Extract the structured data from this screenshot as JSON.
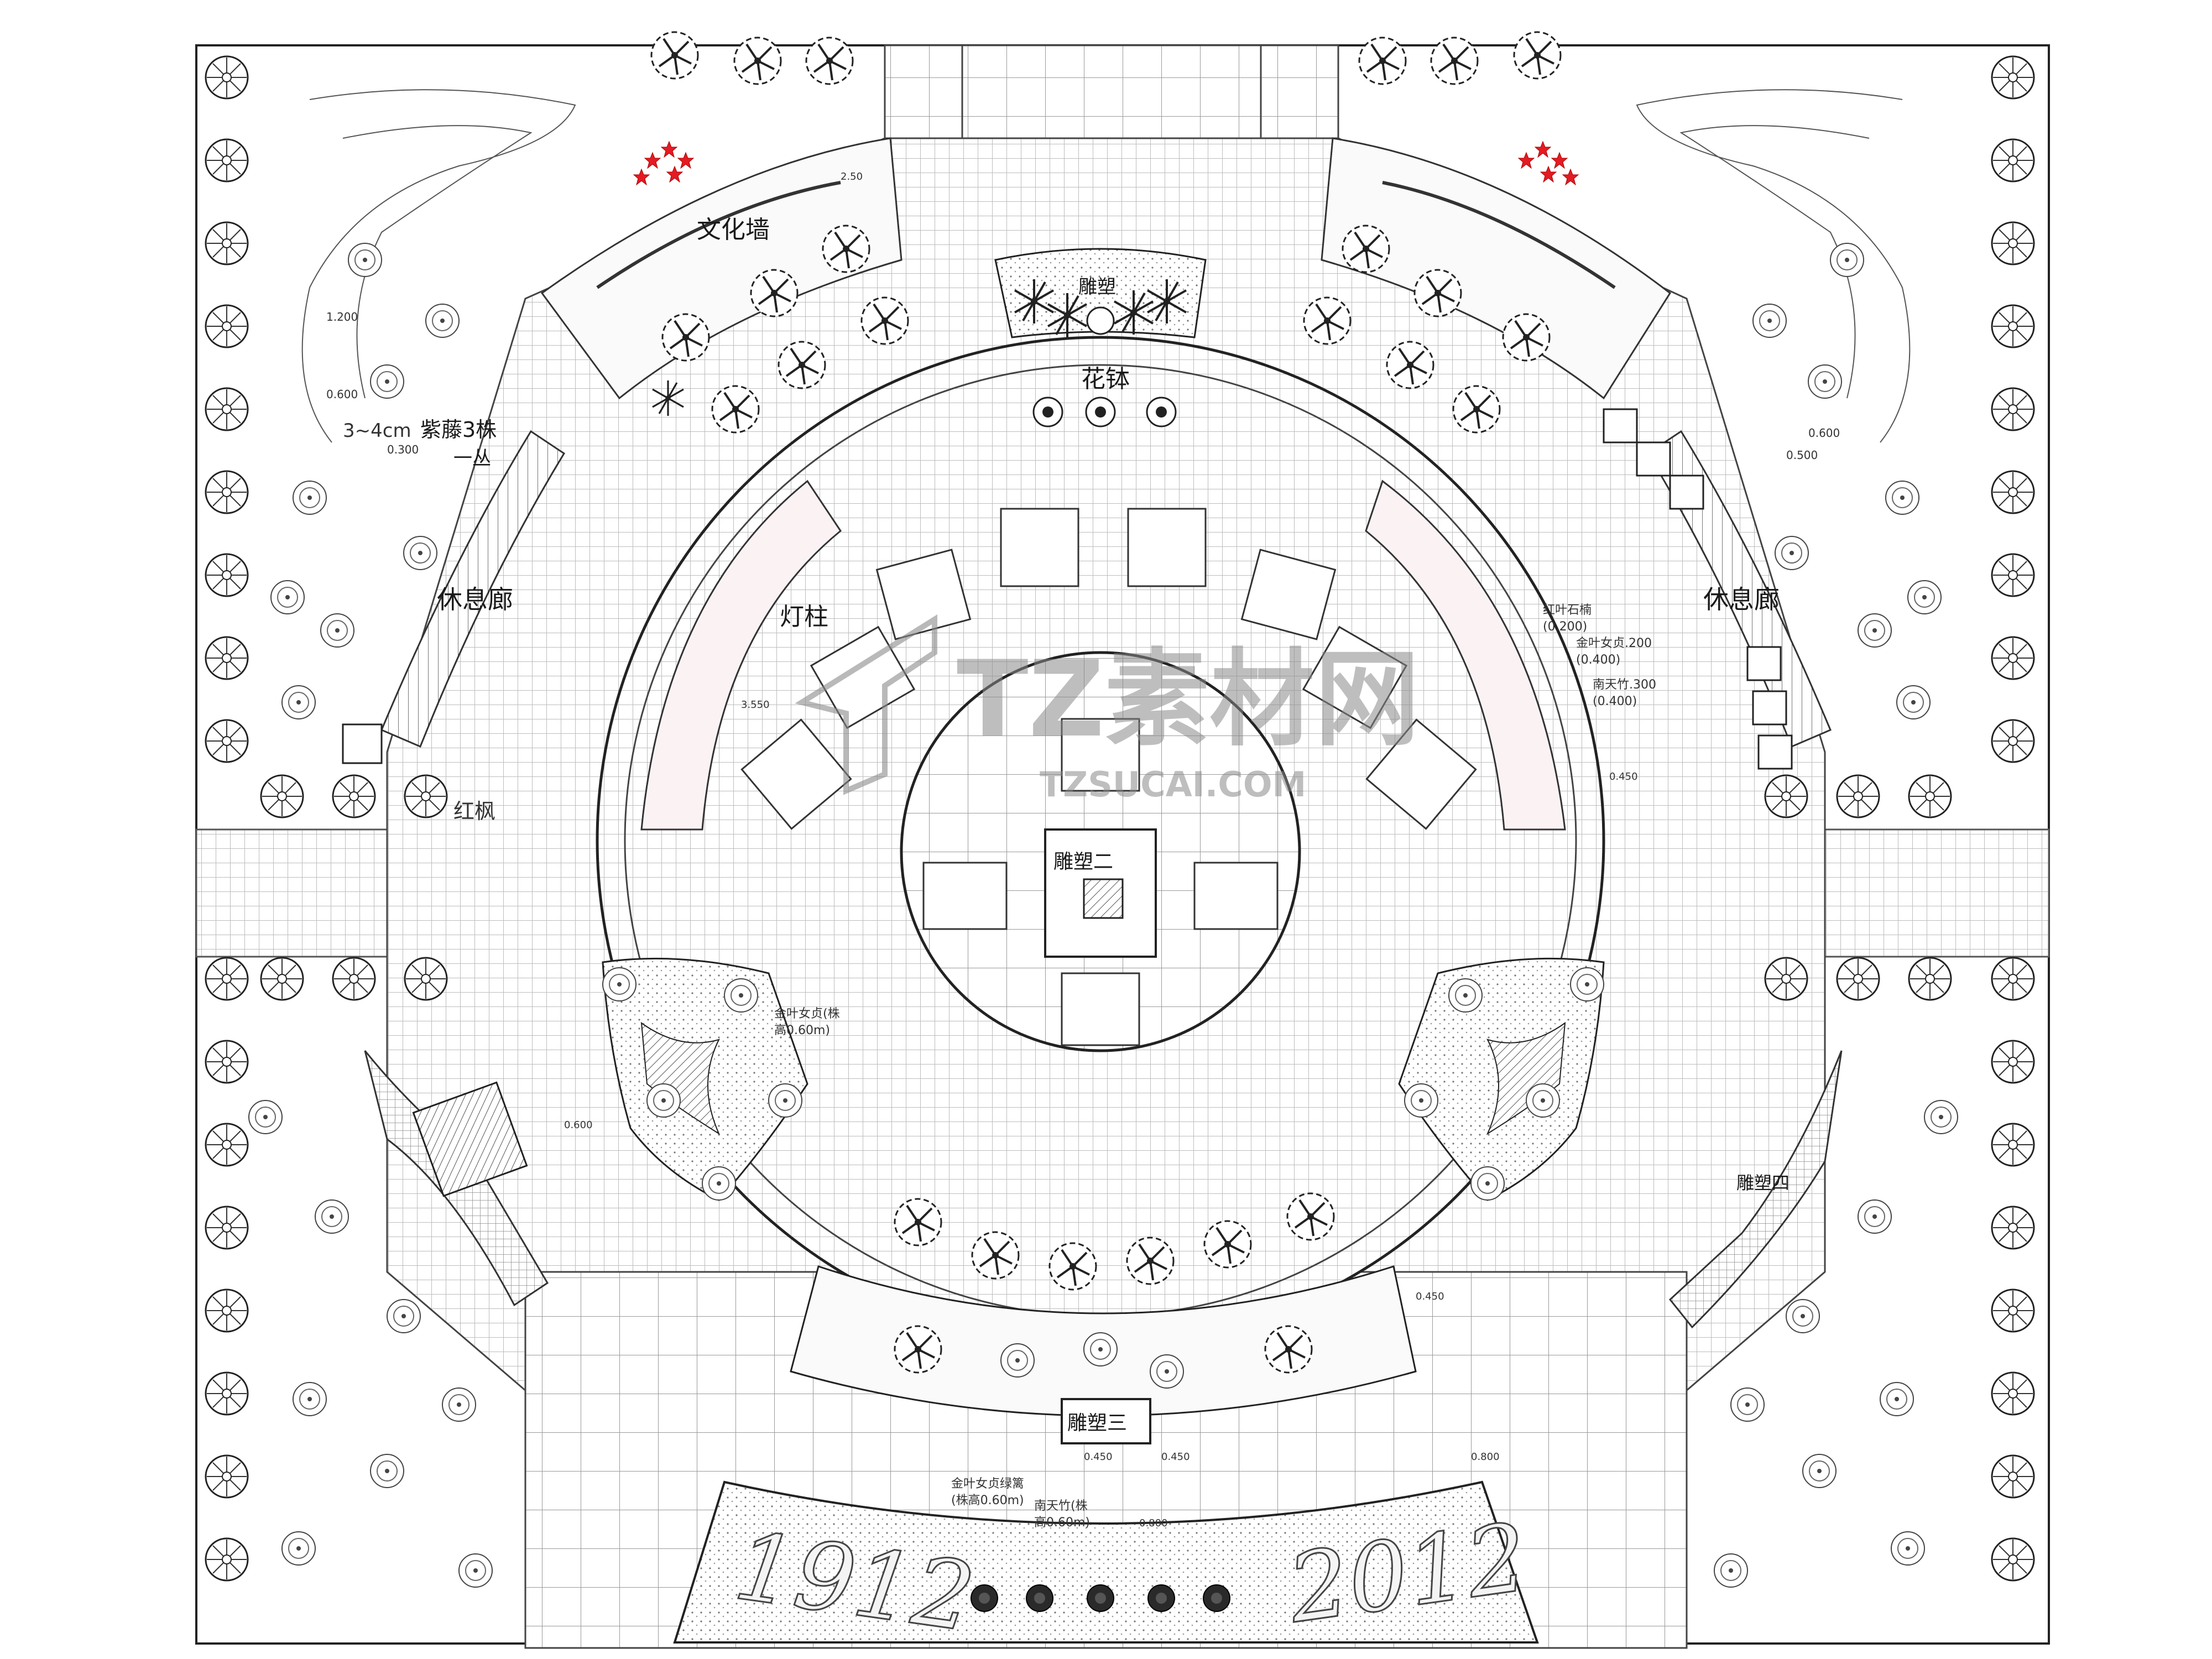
{
  "labels": {
    "culture_wall": "文化墙",
    "sculpture_top": "雕塑",
    "flower_bowl": "花钵",
    "wisteria": "紫藤3株",
    "wisteria_sub": "一丛",
    "wisteria_size": "3~4cm",
    "rest_corridor_left": "休息廊",
    "rest_corridor_right": "休息廊",
    "lamp_post": "灯柱",
    "sculpture_center": "雕塑二",
    "sculpture_bottom": "雕塑三",
    "sculpture_four": "雕塑四",
    "maple_partial": "红枫",
    "year_left": "1912",
    "year_right": "2012",
    "planting_left": "金叶女贞(株",
    "planting_left_2": "高0.60m)",
    "planting_bottom": "金叶女贞绿篱",
    "planting_bottom_2": "(株高0.60m)",
    "bamboo_bottom": "南天竹(株",
    "bamboo_bottom_2": "高0.60m)",
    "legend_r1": "红叶石楠",
    "legend_r1b": "(0.200)",
    "legend_r2": "金叶女贞.200",
    "legend_r2b": "(0.400)",
    "legend_r3": "南天竹.300",
    "legend_r3b": "(0.400)"
  },
  "elevations": [
    "2.50",
    "0.600",
    "0.300",
    "1.200",
    "0.600",
    "0.450",
    "0.450",
    "0.450",
    "0.450",
    "0.600",
    "0.800",
    "3.550",
    "0.800",
    "0.500"
  ],
  "watermark": {
    "main": "TZ素材网",
    "sub": "TZSUCAI.COM"
  }
}
